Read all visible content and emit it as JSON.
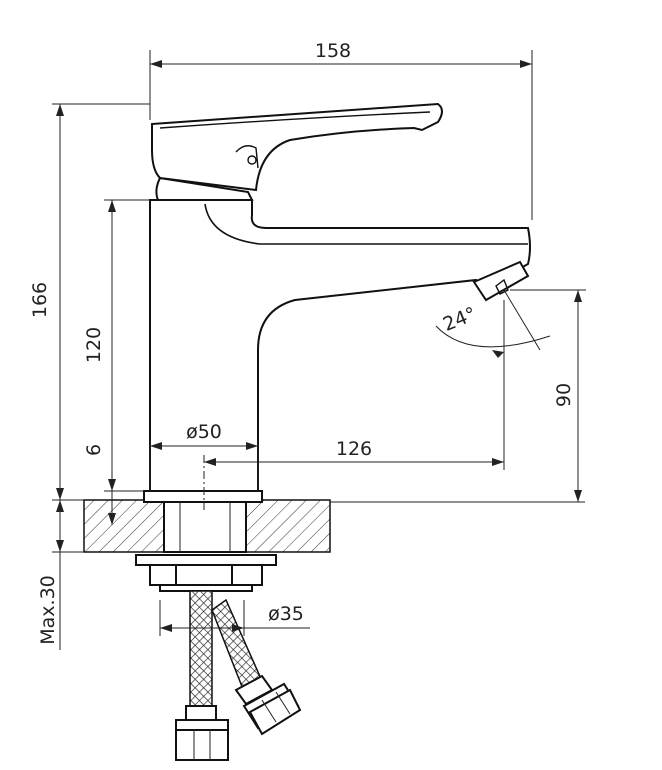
{
  "dimensions": {
    "overall_length": "158",
    "overall_height": "166",
    "body_height": "120",
    "base_height": "6",
    "body_diameter": "ø50",
    "spout_reach": "126",
    "spout_height": "90",
    "spout_angle": "24°",
    "max_deck_thickness": "Max.30",
    "shank_diameter": "ø35"
  },
  "colors": {
    "line": "#111111",
    "background": "#ffffff"
  }
}
